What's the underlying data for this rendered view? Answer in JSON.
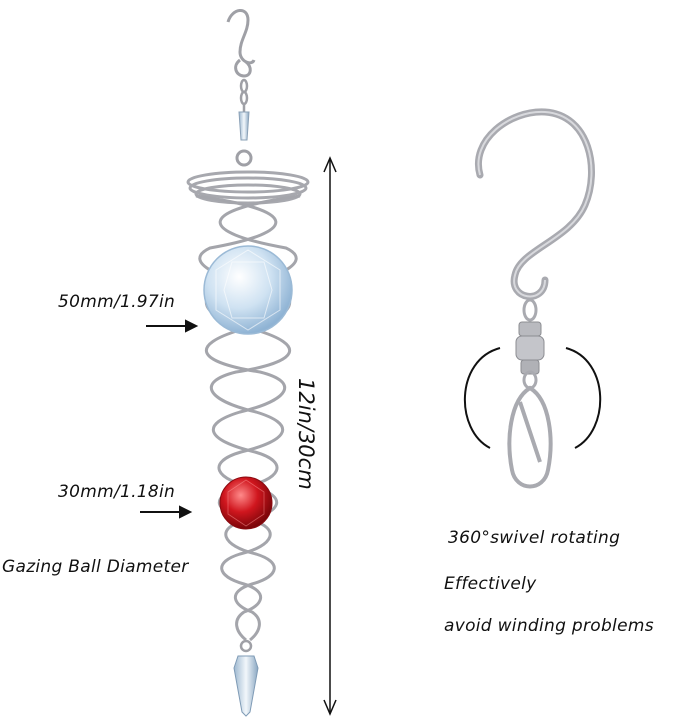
{
  "labels": {
    "large_ball": "50mm/1.97in",
    "small_ball": "30mm/1.18in",
    "ball_caption": "Gazing Ball Diameter",
    "length": "12in/30cm",
    "swivel": "360°swivel rotating",
    "benefit_line1": "Effectively",
    "benefit_line2": "avoid winding problems"
  },
  "colors": {
    "background": "#ffffff",
    "metal": "#a9aab0",
    "clear_crystal": "#c8dcee",
    "red_crystal": "#c0141c",
    "text": "#111111"
  },
  "icons": {
    "spinner": "wind-spinner-illustration",
    "hook": "s-hook-swivel-illustration",
    "rotation": "rotation-arc-icon"
  }
}
